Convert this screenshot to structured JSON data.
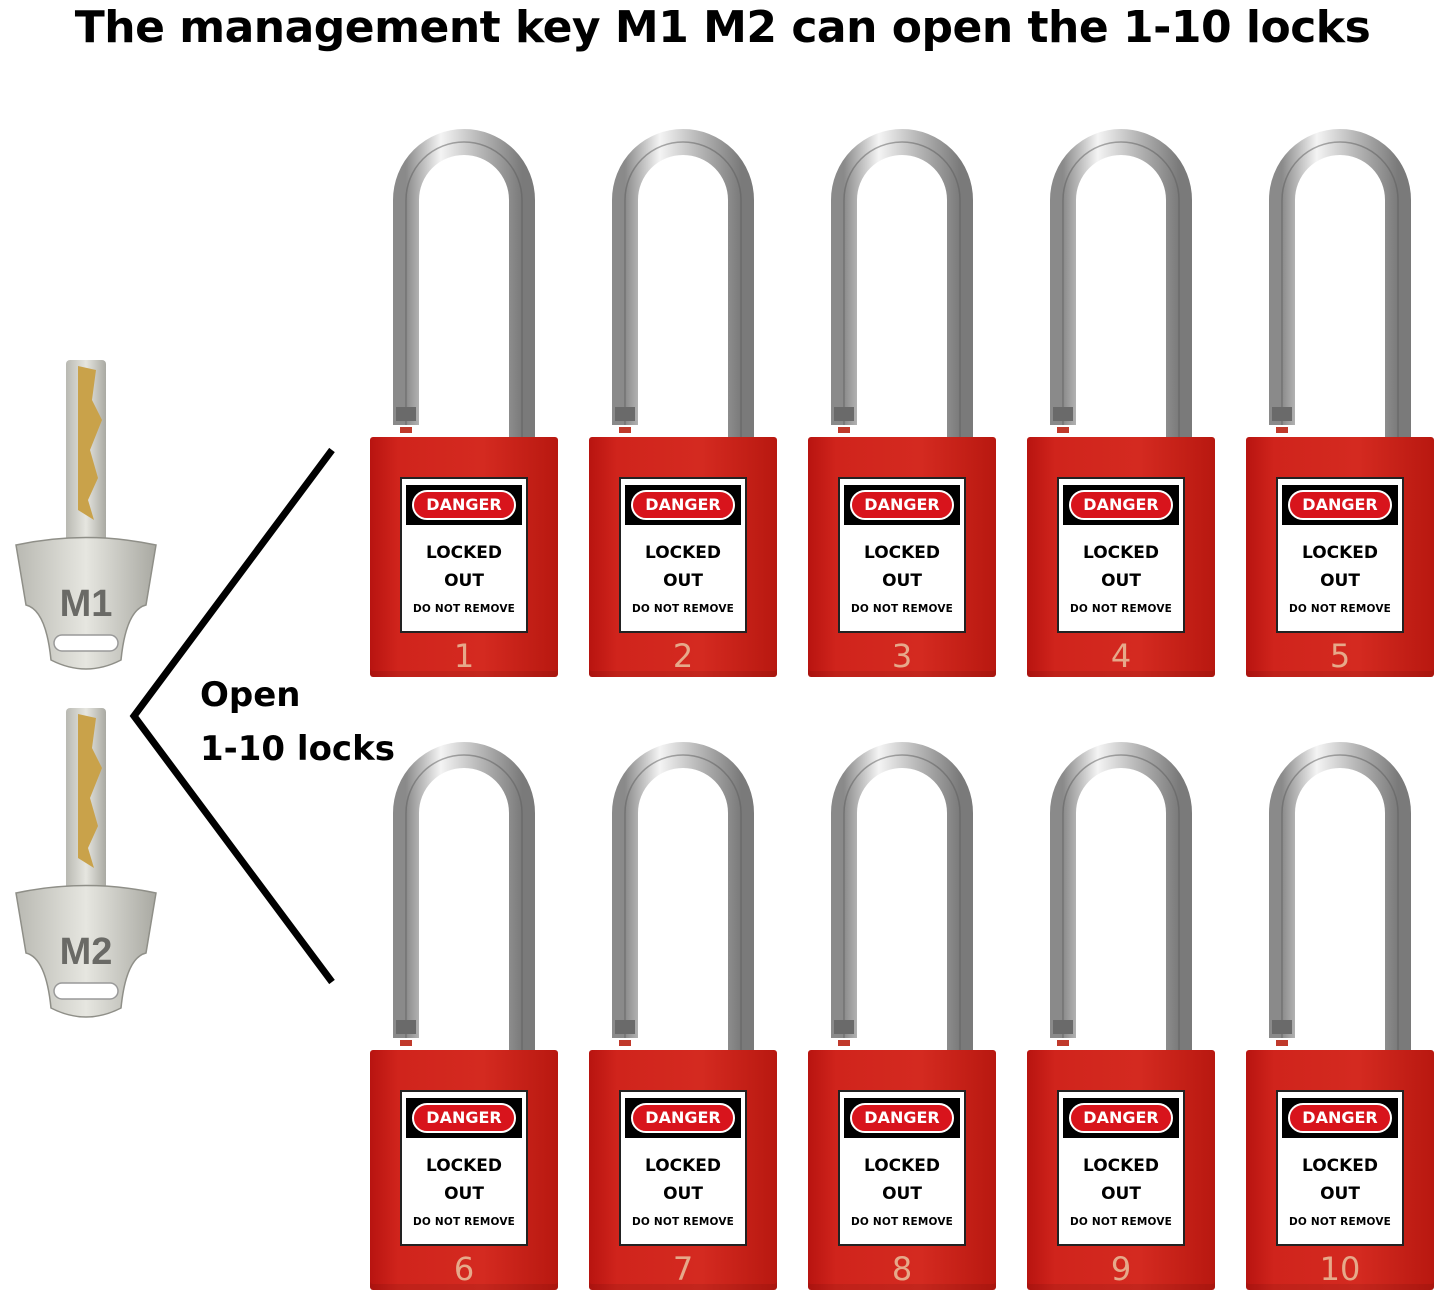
{
  "headline": "The management key M1 M2 can open the 1-10 locks",
  "caption": {
    "line1": "Open",
    "line2": "1-10 locks"
  },
  "keys": [
    {
      "label": "M1"
    },
    {
      "label": "M2"
    }
  ],
  "lock_label": {
    "danger": "DANGER",
    "locked": "LOCKED",
    "out": "OUT",
    "do_not_remove": "DO NOT REMOVE"
  },
  "locks": [
    {
      "number": "1"
    },
    {
      "number": "2"
    },
    {
      "number": "3"
    },
    {
      "number": "4"
    },
    {
      "number": "5"
    },
    {
      "number": "6"
    },
    {
      "number": "7"
    },
    {
      "number": "8"
    },
    {
      "number": "9"
    },
    {
      "number": "10"
    }
  ],
  "colors": {
    "lock_body": "#d0241c",
    "danger_red": "#d8141c",
    "number": "#e6a98a",
    "key_metal": "#cfcfc8",
    "key_brass": "#c9a24a"
  }
}
